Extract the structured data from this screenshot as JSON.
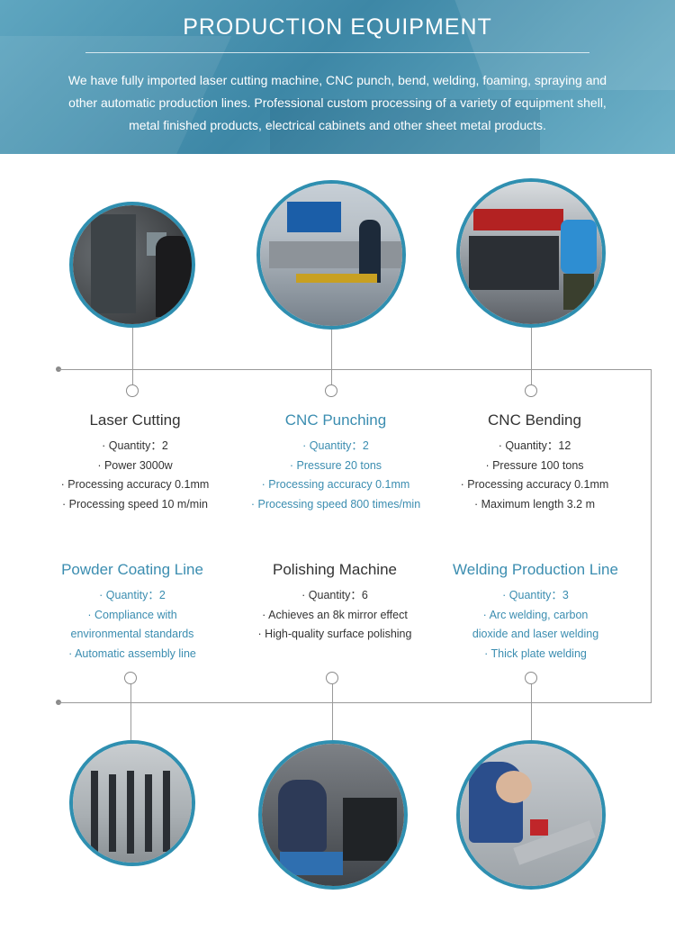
{
  "banner": {
    "title": "PRODUCTION EQUIPMENT",
    "description": "We have fully imported laser cutting machine, CNC punch, bend, welding, foaming, spraying and other automatic production lines. Professional custom processing of a variety of equipment shell, metal finished products, electrical cabinets and other sheet metal products."
  },
  "equipment": [
    {
      "title": "Laser Cutting",
      "lines": [
        "· Quantity：2",
        "· Power 3000w",
        "· Processing accuracy 0.1mm",
        "· Processing speed 10 m/min"
      ]
    },
    {
      "title": "CNC Punching",
      "lines": [
        "· Quantity：2",
        "· Pressure 20 tons",
        "· Processing accuracy 0.1mm",
        "· Processing speed 800 times/min"
      ]
    },
    {
      "title": "CNC Bending",
      "lines": [
        "· Quantity：12",
        "· Pressure 100 tons",
        "· Processing accuracy 0.1mm",
        "· Maximum length 3.2 m"
      ]
    },
    {
      "title": "Powder Coating Line",
      "lines": [
        "· Quantity：2",
        "· Compliance with",
        "environmental standards",
        "· Automatic assembly line"
      ]
    },
    {
      "title": "Polishing Machine",
      "lines": [
        "· Quantity：6",
        "· Achieves an 8k mirror effect",
        "· High-quality surface polishing"
      ]
    },
    {
      "title": "Welding Production Line",
      "lines": [
        "· Quantity：3",
        "· Arc welding, carbon",
        "dioxide  and laser welding",
        "· Thick plate welding"
      ]
    }
  ],
  "colors": {
    "accent": "#3b8db0",
    "ring": "#2f8fb0",
    "text": "#333333",
    "line": "#9a9a9a"
  }
}
